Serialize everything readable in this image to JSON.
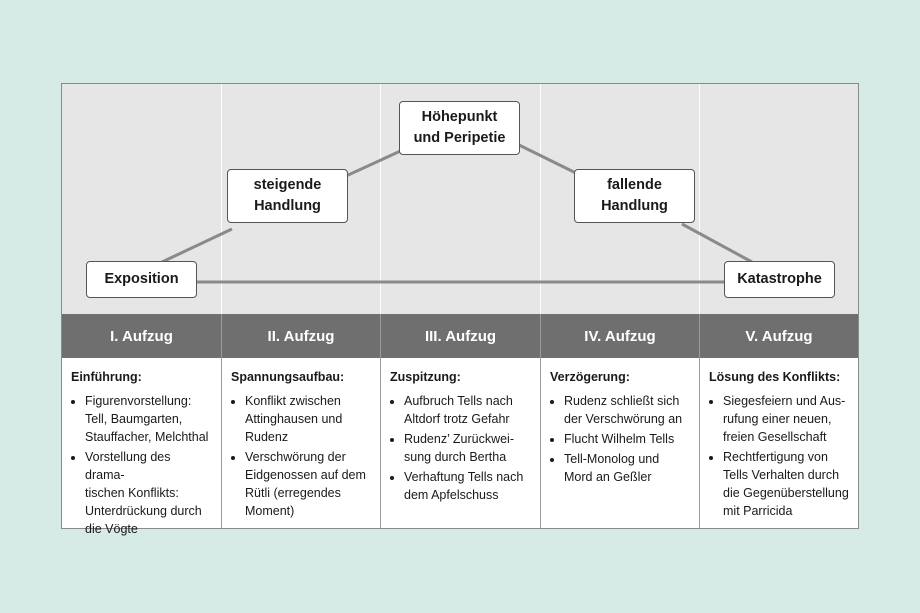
{
  "diagram": {
    "stages": {
      "exposition": "Exposition",
      "rising": "steigende\nHandlung",
      "climax": "Höhepunkt\nund Peripetie",
      "falling": "fallende\nHandlung",
      "catastrophe": "Katastrophe"
    },
    "acts": [
      {
        "header": "I. Aufzug",
        "title": "Einführung:",
        "items": [
          "Figurenvorstellung:\nTell, Baumgarten,\nStauffacher, Melchthal",
          "Vorstellung des drama-\ntischen Konflikts:\nUnterdrückung durch\ndie Vögte"
        ]
      },
      {
        "header": "II. Aufzug",
        "title": "Spannungsaufbau:",
        "items": [
          "Konflikt zwischen\nAttinghausen und\nRudenz",
          "Verschwörung der\nEidgenossen auf dem\nRütli (erregendes\nMoment)"
        ]
      },
      {
        "header": "III. Aufzug",
        "title": "Zuspitzung:",
        "items": [
          "Aufbruch Tells nach\nAltdorf trotz Gefahr",
          "Rudenz’ Zurückwei-\nsung durch Bertha",
          "Verhaftung Tells nach\ndem Apfelschuss"
        ]
      },
      {
        "header": "IV. Aufzug",
        "title": "Verzögerung:",
        "items": [
          "Rudenz schließt sich\nder Verschwörung an",
          "Flucht Wilhelm Tells",
          "Tell-Monolog  und\nMord an Geßler"
        ]
      },
      {
        "header": "V. Aufzug",
        "title": "Lösung des Konflikts:",
        "items": [
          "Siegesfeiern und Aus-\nrufung einer neuen,\nfreien Gesellschaft",
          "Rechtfertigung von\nTells Verhalten durch\ndie Gegenüberstellung\nmit Parricida"
        ]
      }
    ]
  }
}
